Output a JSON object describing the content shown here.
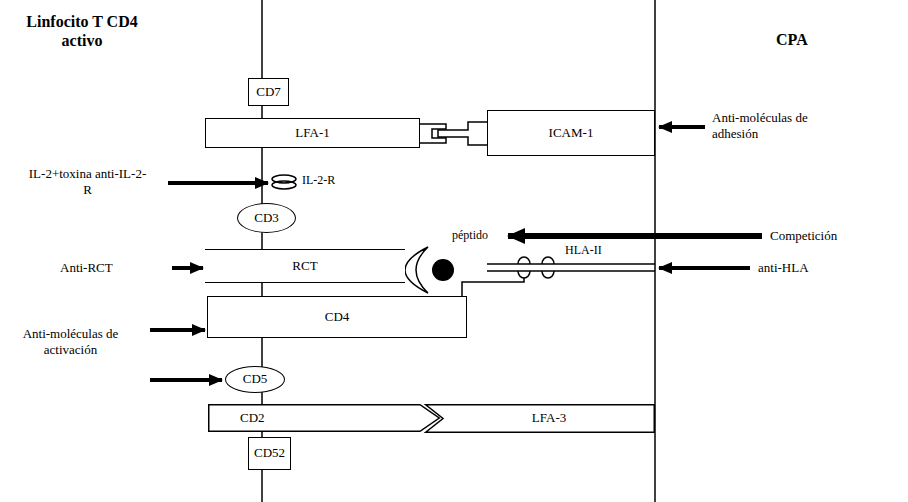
{
  "diagram": {
    "nodes": [
      {
        "text": [
          "CD7"
        ]
      },
      {
        "text": [
          "LFA-1"
        ]
      },
      {
        "text": [
          "ICAM-1"
        ]
      },
      {
        "text": [
          "CD3"
        ]
      },
      {
        "text": [
          "RCT"
        ]
      },
      {
        "text": [
          "CD4"
        ]
      },
      {
        "text": [
          "CD5"
        ]
      },
      {
        "text": [
          "CD2"
        ]
      },
      {
        "text": [
          "LFA-3"
        ]
      },
      {
        "text": [
          "CD52"
        ]
      }
    ],
    "labels": [
      "Linfocito T CD4 activo",
      "CPA",
      "Anti-moléculas de adhesión",
      "IL-2+toxina anti-IL-2-R",
      "IL-2-R",
      "péptido",
      "Competición",
      "HLA-II",
      "Anti-RCT",
      "anti-HLA",
      "Anti-moléculas de activación"
    ]
  }
}
